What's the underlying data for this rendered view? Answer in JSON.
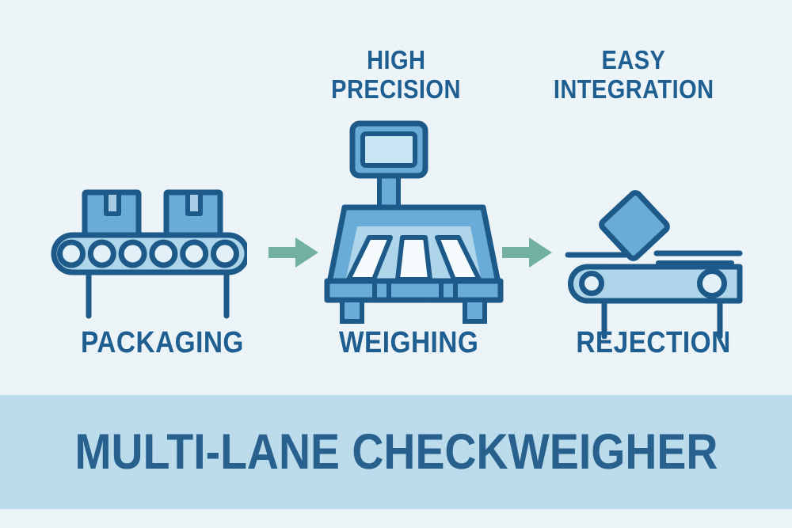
{
  "palette": {
    "bg": "#ecf4f8",
    "ink": "#1e5a89",
    "text": "#1e5e90",
    "mid": "#69acd8",
    "belt": "#aed5e9",
    "screen": "#c9e4f2",
    "pale": "#e3f0f7",
    "lane": "#f6fbfd",
    "tape": "#a6cde5",
    "arrow": "#72b09f",
    "bannerbg": "#bcdcec",
    "bannertext": "#28618e"
  },
  "callouts": [
    {
      "id": "high-precision",
      "lines": [
        "HIGH",
        "PRECISION"
      ]
    },
    {
      "id": "easy-integration",
      "lines": [
        "EASY",
        "INTEGRATION"
      ]
    }
  ],
  "stages": [
    {
      "label": "PACKAGING",
      "icon": "conveyor-boxes-icon"
    },
    {
      "label": "WEIGHING",
      "icon": "checkweigher-scale-icon"
    },
    {
      "label": "REJECTION",
      "icon": "reject-conveyor-icon"
    }
  ],
  "banner": {
    "title": "MULTI-LANE CHECKWEIGHER"
  }
}
